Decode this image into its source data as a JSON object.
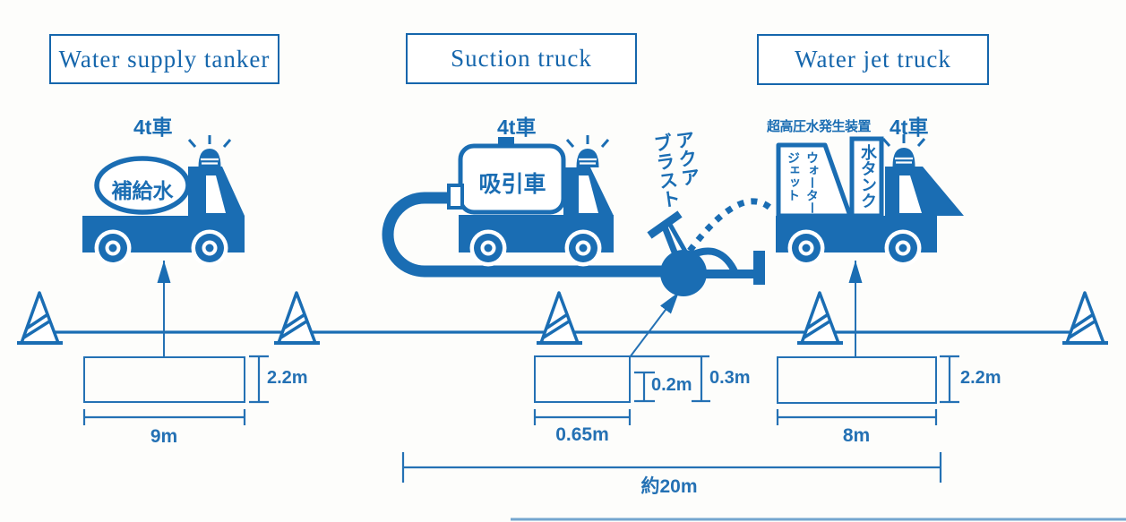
{
  "colors": {
    "blue": "#1a6db3",
    "dim": "#2471b4",
    "labelText": "#1566ac",
    "labelBorder": "#1566ac",
    "bg": "#fdfdfb"
  },
  "labels": {
    "water_supply_tanker": "Water supply tanker",
    "suction_truck": "Suction truck",
    "water_jet_truck": "Water jet truck"
  },
  "trucks": {
    "supply": {
      "type": "4t車",
      "tank": "補給水"
    },
    "suction": {
      "type": "4t車",
      "tank": "吸引車"
    },
    "jet": {
      "type": "4t車",
      "generator_label": "超高圧水発生装置",
      "unit_text": "ウォーター\nジェット",
      "tank_text": "水タンク"
    }
  },
  "aqua_blast": {
    "text": "アクア\nブラスト"
  },
  "dimensions": {
    "left_height": "2.2m",
    "left_width": "9m",
    "mid_width": "0.65m",
    "mid_inner": "0.2m",
    "mid_height": "0.3m",
    "right_height": "2.2m",
    "right_width": "8m",
    "total": "約20m"
  }
}
